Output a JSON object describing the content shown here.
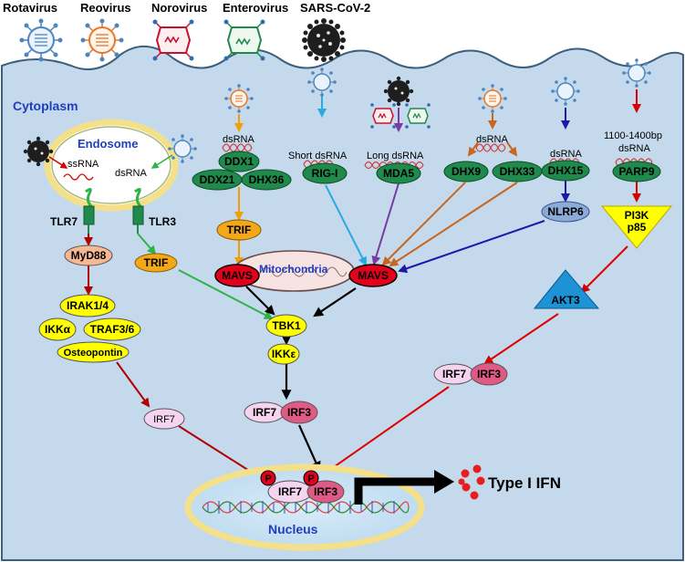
{
  "viruses": {
    "rotavirus": "Rotavirus",
    "reovirus": "Reovirus",
    "norovirus": "Norovirus",
    "enterovirus": "Enterovirus",
    "sars_cov_2": "SARS-CoV-2"
  },
  "regions": {
    "cytoplasm": "Cytoplasm",
    "endosome": "Endosome",
    "mitochondria": "Mitochondria",
    "nucleus": "Nucleus"
  },
  "rna": {
    "ssrna": "ssRNA",
    "endo_dsrna": "dsRNA",
    "ddx_dsrna": "dsRNA",
    "short_dsrna": "Short dsRNA",
    "long_dsrna": "Long dsRNA",
    "dhx9_dsrna": "dsRNA",
    "dhx15_dsrna": "dsRNA",
    "parp9_bp": "1100-1400bp",
    "parp9_dsrna": "dsRNA"
  },
  "nodes": {
    "tlr7": "TLR7",
    "tlr3": "TLR3",
    "myd88": "MyD88",
    "trif_left": "TRIF",
    "irak": "IRAK1/4",
    "ikka": "IKKα",
    "traf": "TRAF3/6",
    "osteopontin": "Osteopontin",
    "irf7_left": "IRF7",
    "ddx1": "DDX1",
    "ddx21": "DDX21",
    "dhx36": "DHX36",
    "trif_mid": "TRIF",
    "mavs_left": "MAVS",
    "rigi": "RIG-I",
    "mda5": "MDA5",
    "dhx9": "DHX9",
    "dhx33": "DHX33",
    "dhx15": "DHX15",
    "nlrp6": "NLRP6",
    "parp9": "PARP9",
    "pi3k": "PI3K",
    "p85": "p85",
    "mavs_right": "MAVS",
    "akt3": "AKT3",
    "tbk1": "TBK1",
    "ikke": "IKKε",
    "irf7_mid": "IRF7",
    "irf3_mid": "IRF3",
    "irf7_right": "IRF7",
    "irf3_right": "IRF3",
    "irf7_nuc": "IRF7",
    "irf3_nuc": "IRF3",
    "p1": "P",
    "p2": "P"
  },
  "output": {
    "type1_ifn": "Type I IFN"
  },
  "colors": {
    "cell_fill": "#c5d9ec",
    "cell_stroke": "#3b5f7c",
    "green_node": "#1f8a4c",
    "yellow_node": "#ffff00",
    "orange_node": "#f2a819",
    "red_node": "#e3001b",
    "pink_node": "#e05a86",
    "lavender_node": "#f5d4ef",
    "blue_node": "#1d93d6",
    "arrow_red": "#c00000",
    "arrow_green": "#2db34a",
    "arrow_orange": "#f0a000",
    "arrow_skyblue": "#2aaae2",
    "arrow_purple": "#7a3aa0",
    "arrow_brown": "#c8661e",
    "arrow_navy": "#1a1aa8"
  }
}
